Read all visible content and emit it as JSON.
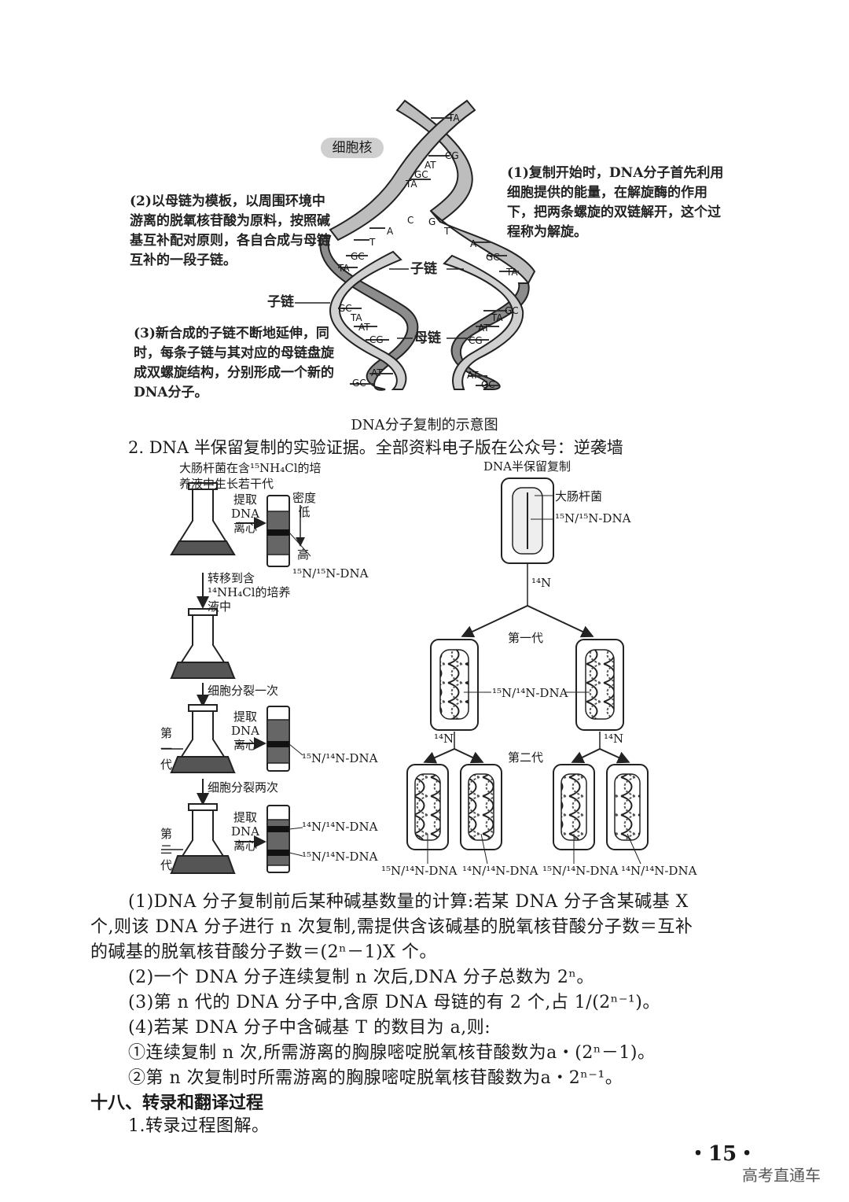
{
  "figure1": {
    "nucleus_label": "细胞核",
    "note1": "(1)复制开始时，DNA分子首先利用细胞提供的能量，在解旋酶的作用下，把两条螺旋的双链解开，这个过程称为解旋。",
    "note2": "(2)以母链为模板，以周围环境中游离的脱氧核苷酸为原料，按照碱基互补配对原则，各自合成与母链互补的一段子链。",
    "note3": "(3)新合成的子链不断地延伸，同时，每条子链与其对应的母链盘旋成双螺旋结构，分别形成一个新的DNA分子。",
    "daughter_strand": "子链",
    "daughter_strand_2": "子链",
    "parent_strand": "母链",
    "bases": {
      "ta": "TA",
      "cg": "CG",
      "at": "AT",
      "gc": "GC",
      "a": "A",
      "c": "C",
      "g": "G",
      "t": "T"
    },
    "caption": "DNA分子复制的示意图"
  },
  "heading2": "2. DNA 半保留复制的实验证据。全部资料电子版在公众号：逆袭墙",
  "figure2": {
    "top_label": "大肠杆菌在含¹⁵NH₄Cl的培养液中生长若干代",
    "extract": "提取",
    "dna": "DNA",
    "centrifuge": "离心",
    "density": "密度",
    "low": "低",
    "high": "高",
    "band_15_15": "¹⁵N/¹⁵N-DNA",
    "transfer": "转移到含¹⁴NH₄Cl的培养液中",
    "divide_once": "细胞分裂一次",
    "gen1": "第一代",
    "band_15_14": "¹⁵N/¹⁴N-DNA",
    "divide_twice": "细胞分裂两次",
    "gen2": "第二代",
    "band_14_14": "¹⁴N/¹⁴N-DNA"
  },
  "figure3": {
    "title": "DNA半保留复制",
    "ecoli": "大肠杆菌",
    "n15n15": "¹⁵N/¹⁵N-DNA",
    "n14": "¹⁴N",
    "gen1": "第一代",
    "n15n14": "¹⁵N/¹⁴N-DNA",
    "gen2": "第二代",
    "n14n14": "¹⁴N/¹⁴N-DNA"
  },
  "text": {
    "p1_l1": "(1)DNA 分子复制前后某种碱基数量的计算:若某 DNA 分子含某碱基 X",
    "p1_l2": "个,则该 DNA 分子进行 n 次复制,需提供含该碱基的脱氧核苷酸分子数＝互补",
    "p1_l3": "的碱基的脱氧核苷酸分子数＝(2ⁿ－1)X 个。",
    "p2": "(2)一个 DNA 分子连续复制 n 次后,DNA 分子总数为 2ⁿ。",
    "p3": "(3)第 n 代的 DNA 分子中,含原 DNA 母链的有 2 个,占 1/(2ⁿ⁻¹)。",
    "p4": "(4)若某 DNA 分子中含碱基 T 的数目为 a,则:",
    "p5": "①连续复制 n 次,所需游离的胸腺嘧啶脱氧核苷酸数为a・(2ⁿ－1)。",
    "p6": "②第 n 次复制时所需游离的胸腺嘧啶脱氧核苷酸数为a・2ⁿ⁻¹。",
    "section18": "十八、转录和翻译过程",
    "s18_1": "1.转录过程图解。"
  },
  "page_number": "・15・",
  "watermark": "高考直通车"
}
